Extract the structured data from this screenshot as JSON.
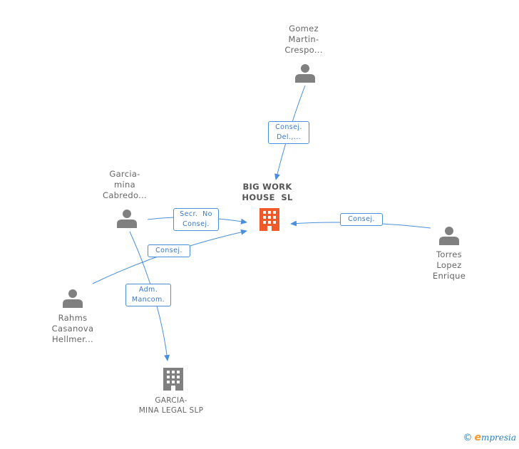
{
  "colors": {
    "edge": "#4a8fdb",
    "person_icon": "#808080",
    "center_company_icon": "#f05a2a",
    "company_icon": "#808080"
  },
  "nodes": {
    "center": {
      "lines": [
        "BIG WORK",
        "HOUSE  SL"
      ],
      "icon": "building-icon"
    },
    "gomez": {
      "lines": [
        "Gomez",
        "Martin-",
        "Crespo..."
      ],
      "icon": "person-icon"
    },
    "garcia_person": {
      "lines": [
        "Garcia-",
        "mina",
        "Cabredo..."
      ],
      "icon": "person-icon"
    },
    "torres": {
      "lines": [
        "Torres",
        "Lopez",
        "Enrique"
      ],
      "icon": "person-icon"
    },
    "rahms": {
      "lines": [
        "Rahms",
        "Casanova",
        "Hellmer..."
      ],
      "icon": "person-icon"
    },
    "garcia_company": {
      "lines": [
        "GARCIA-",
        "MINA LEGAL SLP"
      ],
      "icon": "building-icon"
    }
  },
  "edges": {
    "gomez_center": {
      "lines": [
        "Consej.",
        "Del.,..."
      ]
    },
    "garcia_center": {
      "lines": [
        "Secr.  No",
        "Consej."
      ]
    },
    "rahms_center": {
      "lines": [
        "Consej."
      ]
    },
    "torres_center": {
      "lines": [
        "Consej."
      ]
    },
    "garcia_company": {
      "lines": [
        "Adm.",
        "Mancom."
      ]
    }
  },
  "footer": {
    "copyright": "©",
    "brand_initial": "e",
    "brand_rest": "mpresia"
  }
}
